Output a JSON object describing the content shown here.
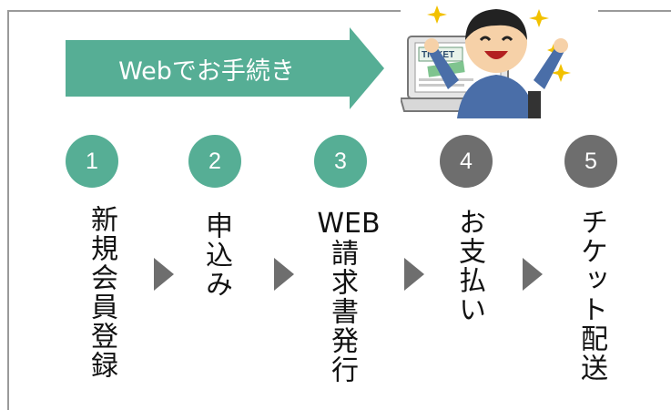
{
  "banner": {
    "label": "Webでお手続き",
    "color": "#56ae95"
  },
  "steps": [
    {
      "number": "1",
      "text": "新規会員登録",
      "color": "#56ae95"
    },
    {
      "number": "2",
      "text": "申込み",
      "color": "#56ae95"
    },
    {
      "number": "3",
      "text_top": "WEB",
      "text": "請求書発行",
      "color": "#56ae95"
    },
    {
      "number": "4",
      "text": "お支払い",
      "color": "#6e6e6e"
    },
    {
      "number": "5",
      "text": "チケット配送",
      "color": "#6e6e6e"
    }
  ],
  "illustration": {
    "ticket_label": "TICKET",
    "icon": "person-celebrating-ticket-icon"
  },
  "arrow_color": "#6e6e6e"
}
